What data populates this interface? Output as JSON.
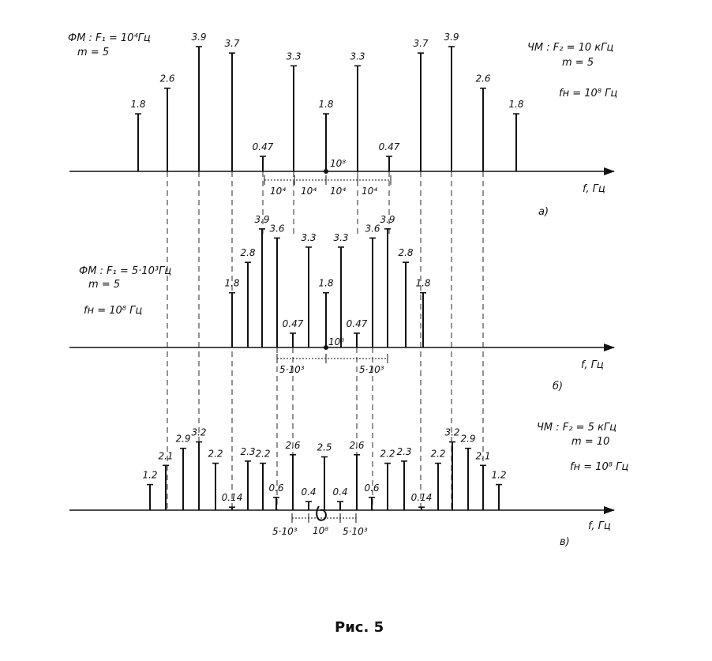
{
  "caption": "Рис. 5",
  "panels": [
    {
      "id": "a",
      "letter": "а)",
      "axis_label": "f, Гц",
      "left_note": [
        "ФМ : F₁ = 10⁴Гц",
        "m = 5"
      ],
      "right_note": [
        "ЧМ : F₂ = 10 кГц",
        "m = 5",
        "fн = 10⁸ Гц"
      ],
      "center_label": "10⁸",
      "lines": [
        {
          "label": "1.8",
          "v": 1.8
        },
        {
          "label": "2.6",
          "v": 2.6
        },
        {
          "label": "3.9",
          "v": 3.9
        },
        {
          "label": "3.7",
          "v": 3.7
        },
        {
          "label": "0.47",
          "v": 0.47
        },
        {
          "label": "3.3",
          "v": 3.3
        },
        {
          "label": "1.8",
          "v": 1.8
        },
        {
          "label": "3.3",
          "v": 3.3
        },
        {
          "label": "0.47",
          "v": 0.47
        },
        {
          "label": "3.7",
          "v": 3.7
        },
        {
          "label": "3.9",
          "v": 3.9
        },
        {
          "label": "2.6",
          "v": 2.6
        },
        {
          "label": "1.8",
          "v": 1.8
        }
      ],
      "spacings": [
        "10⁴",
        "10⁴",
        "10⁴",
        "10⁴"
      ]
    },
    {
      "id": "b",
      "letter": "б)",
      "axis_label": "f, Гц",
      "left_note": [
        "ФМ : F₁ = 5·10³Гц",
        "m = 5",
        "fн = 10⁸ Гц"
      ],
      "center_label": "10⁸",
      "lines": [
        {
          "label": "1.8",
          "v": 1.8
        },
        {
          "label": "2.8",
          "v": 2.8
        },
        {
          "label": "3.9",
          "v": 3.9
        },
        {
          "label": "3.6",
          "v": 3.6
        },
        {
          "label": "0.47",
          "v": 0.47
        },
        {
          "label": "3.3",
          "v": 3.3
        },
        {
          "label": "1.8",
          "v": 1.8
        },
        {
          "label": "3.3",
          "v": 3.3
        },
        {
          "label": "0.47",
          "v": 0.47
        },
        {
          "label": "3.6",
          "v": 3.6
        },
        {
          "label": "3.9",
          "v": 3.9
        },
        {
          "label": "2.8",
          "v": 2.8
        },
        {
          "label": "1.8",
          "v": 1.8
        }
      ],
      "spacings": [
        "5·10³",
        "5·10³"
      ]
    },
    {
      "id": "c",
      "letter": "в)",
      "axis_label": "f, Гц",
      "right_note": [
        "ЧМ : F₂ = 5 кГц",
        "m = 10",
        "fн = 10⁸ Гц"
      ],
      "center_label": "10⁸",
      "lines": [
        {
          "label": "1.2",
          "v": 1.2
        },
        {
          "label": "2.1",
          "v": 2.1
        },
        {
          "label": "2.9",
          "v": 2.9
        },
        {
          "label": "3.2",
          "v": 3.2
        },
        {
          "label": "2.2",
          "v": 2.2
        },
        {
          "label": "0.14",
          "v": 0.14
        },
        {
          "label": "2.3",
          "v": 2.3
        },
        {
          "label": "2.2",
          "v": 2.2
        },
        {
          "label": "0.6",
          "v": 0.6
        },
        {
          "label": "2.6",
          "v": 2.6
        },
        {
          "label": "0.4",
          "v": 0.4
        },
        {
          "label": "2.5",
          "v": 2.5
        },
        {
          "label": "0.4",
          "v": 0.4
        },
        {
          "label": "2.6",
          "v": 2.6
        },
        {
          "label": "0.6",
          "v": 0.6
        },
        {
          "label": "2.2",
          "v": 2.2
        },
        {
          "label": "2.3",
          "v": 2.3
        },
        {
          "label": "0.14",
          "v": 0.14
        },
        {
          "label": "2.2",
          "v": 2.2
        },
        {
          "label": "3.2",
          "v": 3.2
        },
        {
          "label": "2.9",
          "v": 2.9
        },
        {
          "label": "2.1",
          "v": 2.1
        },
        {
          "label": "1.2",
          "v": 1.2
        }
      ],
      "spacings": [
        "5·10³",
        "10⁸",
        "5·10³"
      ]
    }
  ]
}
